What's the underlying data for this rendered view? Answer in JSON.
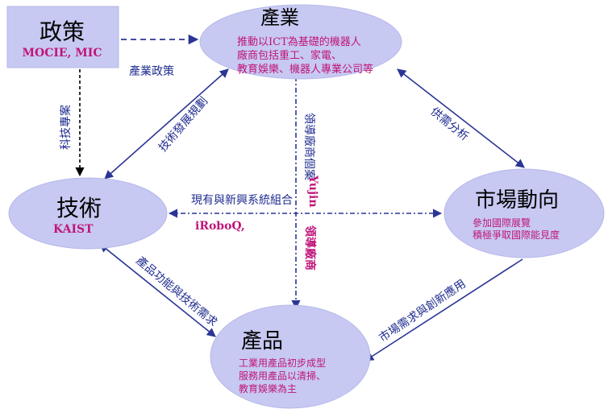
{
  "colors": {
    "node_fill": "#c7c9f2",
    "node_stroke": "#b6b8ea",
    "edge_blue": "#2b3595",
    "edge_black": "#000000",
    "text_navy": "#1f2c8f",
    "text_magenta": "#c0157a"
  },
  "nodes": {
    "policy": {
      "title": "政策",
      "subtitle": "MOCIE, MIC"
    },
    "industry": {
      "title": "產業",
      "lines": [
        "推動以ICT為基礎的機器人",
        "廠商包括重工、家電、",
        "教育娛樂、機器人專業公司等"
      ]
    },
    "technology": {
      "title": "技術",
      "subtitle": "KAIST"
    },
    "market": {
      "title": "市場動向",
      "lines": [
        "參加國際展覽",
        "積極爭取國際能見度"
      ]
    },
    "product": {
      "title": "產品",
      "lines": [
        "工業用產品初步成型",
        "服務用產品以清掃、",
        "教育娛樂為主"
      ]
    }
  },
  "edges": {
    "policy_industry": "產業政策",
    "policy_tech": "科技專案",
    "tech_industry": "技術發展規劃",
    "industry_market": "供需分析",
    "tech_market": "現有與新興系統組合",
    "tech_market_example": "iRoboQ,",
    "industry_product": "領導廠商個案",
    "industry_product_company": "Yujin",
    "industry_product_lower": "領導廠商",
    "tech_product": "產品功能與技術需求",
    "market_product": "市場需求與創新應用"
  }
}
